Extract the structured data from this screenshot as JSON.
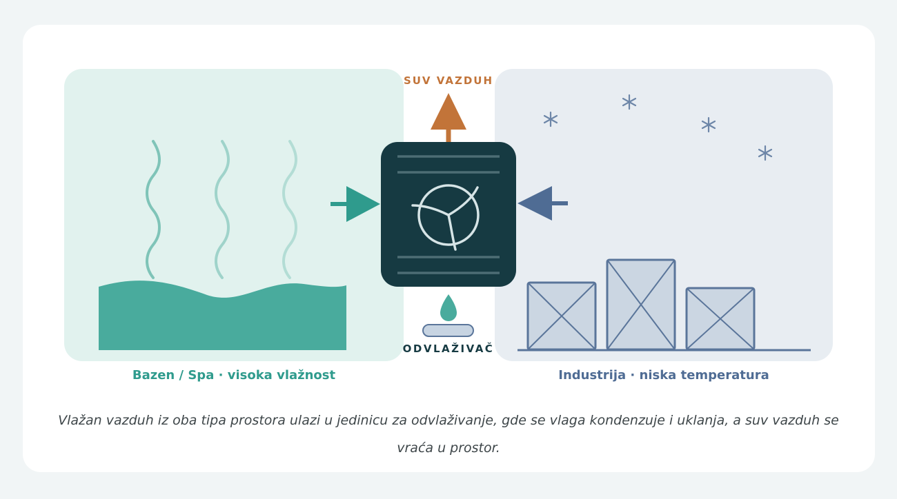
{
  "labels": {
    "dry_air": "SUV VAZDUH",
    "device": "ODVLAŽIVAČ",
    "left_zone": "Bazen / Spa · visoka vlažnost",
    "right_zone": "Industrija · niska temperatura"
  },
  "caption": "Vlažan vazduh iz oba tipa prostora ulazi u jedinicu za odvlaživanje, gde se vlaga kondenzuje i uklanja, a suv vazduh se vraća u prostor.",
  "colors": {
    "page_bg": "#f1f5f6",
    "card_bg": "#ffffff",
    "left_zone_bg": "#e1f2ee",
    "right_zone_bg": "#e8edf2",
    "teal": "#49ab9d",
    "slate": "#5a759a",
    "device": "#163a42",
    "dry_air": "#c27439"
  }
}
